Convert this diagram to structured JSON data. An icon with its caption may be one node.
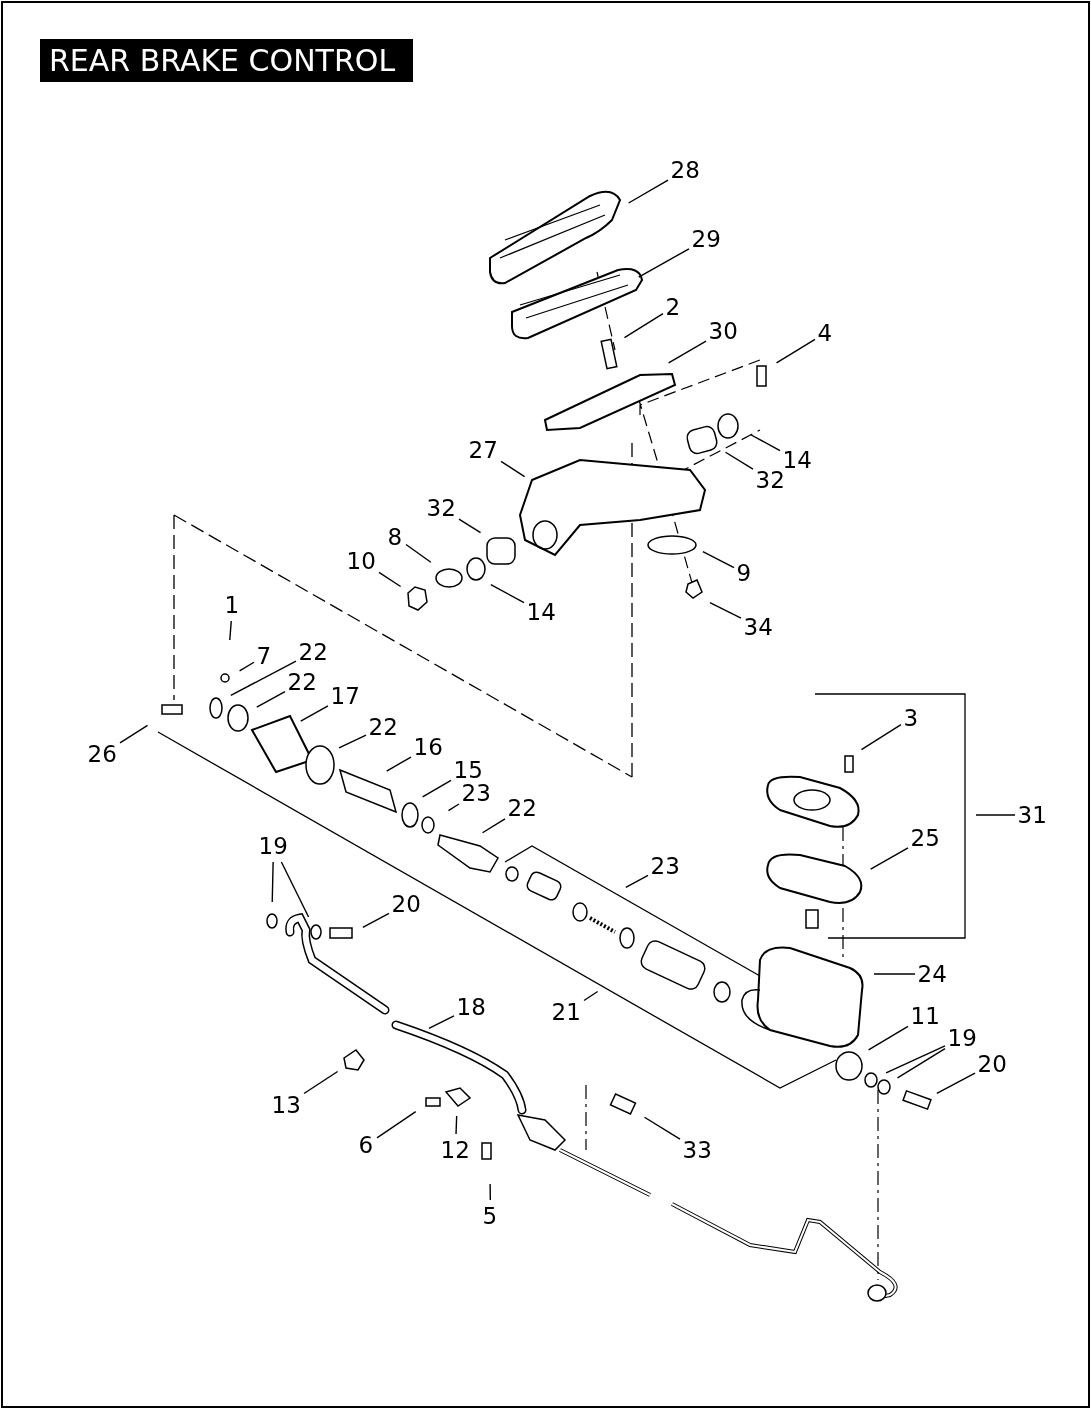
{
  "diagram": {
    "title": "REAR BRAKE CONTROL",
    "nodes": [
      {
        "text": [
          "28"
        ]
      },
      {
        "text": [
          "29"
        ]
      },
      {
        "text": [
          "2"
        ]
      },
      {
        "text": [
          "30"
        ]
      },
      {
        "text": [
          "4"
        ]
      },
      {
        "text": [
          "14"
        ]
      },
      {
        "text": [
          "32"
        ]
      },
      {
        "text": [
          "27"
        ]
      },
      {
        "text": [
          "32"
        ]
      },
      {
        "text": [
          "8"
        ]
      },
      {
        "text": [
          "10"
        ]
      },
      {
        "text": [
          "14"
        ]
      },
      {
        "text": [
          "9"
        ]
      },
      {
        "text": [
          "34"
        ]
      },
      {
        "text": [
          "1"
        ]
      },
      {
        "text": [
          "7"
        ]
      },
      {
        "text": [
          "22"
        ]
      },
      {
        "text": [
          "22"
        ]
      },
      {
        "text": [
          "17"
        ]
      },
      {
        "text": [
          "22"
        ]
      },
      {
        "text": [
          "16"
        ]
      },
      {
        "text": [
          "15"
        ]
      },
      {
        "text": [
          "23"
        ]
      },
      {
        "text": [
          "22"
        ]
      },
      {
        "text": [
          "26"
        ]
      },
      {
        "text": [
          "3"
        ]
      },
      {
        "text": [
          "31"
        ]
      },
      {
        "text": [
          "25"
        ]
      },
      {
        "text": [
          "23"
        ]
      },
      {
        "text": [
          "19"
        ]
      },
      {
        "text": [
          "20"
        ]
      },
      {
        "text": [
          "24"
        ]
      },
      {
        "text": [
          "21"
        ]
      },
      {
        "text": [
          "18"
        ]
      },
      {
        "text": [
          "11"
        ]
      },
      {
        "text": [
          "19"
        ]
      },
      {
        "text": [
          "20"
        ]
      },
      {
        "text": [
          "13"
        ]
      },
      {
        "text": [
          "6"
        ]
      },
      {
        "text": [
          "12"
        ]
      },
      {
        "text": [
          "33"
        ]
      },
      {
        "text": [
          "5"
        ]
      }
    ],
    "edges": [
      {
        "from": 0,
        "to": null,
        "arrow": "none"
      },
      {
        "from": 1,
        "to": null,
        "arrow": "none"
      },
      {
        "from": 2,
        "to": null,
        "arrow": "none"
      },
      {
        "from": 3,
        "to": null,
        "arrow": "none"
      },
      {
        "from": 4,
        "to": null,
        "arrow": "none"
      },
      {
        "from": 5,
        "to": null,
        "arrow": "none"
      },
      {
        "from": 6,
        "to": null,
        "arrow": "none"
      },
      {
        "from": 7,
        "to": null,
        "arrow": "none"
      },
      {
        "from": 8,
        "to": null,
        "arrow": "none"
      },
      {
        "from": 9,
        "to": null,
        "arrow": "none"
      },
      {
        "from": 10,
        "to": null,
        "arrow": "none"
      },
      {
        "from": 11,
        "to": null,
        "arrow": "none"
      },
      {
        "from": 12,
        "to": null,
        "arrow": "none"
      },
      {
        "from": 13,
        "to": null,
        "arrow": "none"
      },
      {
        "from": 14,
        "to": null,
        "arrow": "none"
      },
      {
        "from": 15,
        "to": null,
        "arrow": "none"
      },
      {
        "from": 16,
        "to": null,
        "arrow": "none"
      },
      {
        "from": 17,
        "to": null,
        "arrow": "none"
      },
      {
        "from": 18,
        "to": null,
        "arrow": "none"
      },
      {
        "from": 19,
        "to": null,
        "arrow": "none"
      },
      {
        "from": 20,
        "to": null,
        "arrow": "none"
      },
      {
        "from": 21,
        "to": null,
        "arrow": "none"
      },
      {
        "from": 22,
        "to": null,
        "arrow": "none"
      },
      {
        "from": 23,
        "to": null,
        "arrow": "none"
      },
      {
        "from": 24,
        "to": null,
        "arrow": "none"
      },
      {
        "from": 25,
        "to": null,
        "arrow": "none"
      },
      {
        "from": 26,
        "to": null,
        "arrow": "none"
      },
      {
        "from": 27,
        "to": null,
        "arrow": "none"
      },
      {
        "from": 28,
        "to": null,
        "arrow": "none"
      },
      {
        "from": 29,
        "to": null,
        "arrow": "none"
      },
      {
        "from": 29,
        "to": null,
        "arrow": "none"
      },
      {
        "from": 30,
        "to": null,
        "arrow": "none"
      },
      {
        "from": 31,
        "to": null,
        "arrow": "none"
      },
      {
        "from": 32,
        "to": null,
        "arrow": "none"
      },
      {
        "from": 33,
        "to": null,
        "arrow": "none"
      },
      {
        "from": 34,
        "to": null,
        "arrow": "none"
      },
      {
        "from": 35,
        "to": null,
        "arrow": "none"
      },
      {
        "from": 35,
        "to": null,
        "arrow": "none"
      },
      {
        "from": 36,
        "to": null,
        "arrow": "none"
      },
      {
        "from": 37,
        "to": null,
        "arrow": "none"
      },
      {
        "from": 38,
        "to": null,
        "arrow": "none"
      },
      {
        "from": 39,
        "to": null,
        "arrow": "none"
      },
      {
        "from": 40,
        "to": null,
        "arrow": "none"
      },
      {
        "from": 41,
        "to": null,
        "arrow": "none"
      }
    ]
  }
}
